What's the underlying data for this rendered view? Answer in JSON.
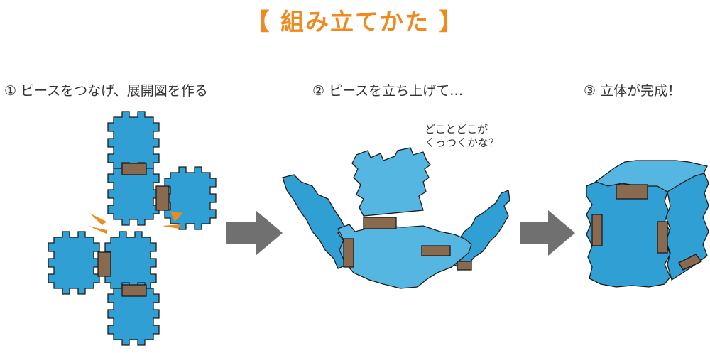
{
  "title": "【 組み立てかた 】",
  "steps": [
    {
      "label": "① ピースをつなげ、展開図を作る"
    },
    {
      "label": "② ピースを立ち上げて…"
    },
    {
      "label": "③ 立体が完成！"
    }
  ],
  "note": {
    "line1": "どことどこが",
    "line2": "くっつくかな？"
  },
  "colors": {
    "accent": "#ee8a1f",
    "piece": "#2f9fd4",
    "piece_light": "#56b6e2",
    "piece_dark": "#1a7fb0",
    "connector": "#8a6a4e",
    "arrow": "#707070",
    "outline": "#1b1b1b"
  },
  "icons": [
    "right-arrow-icon",
    "right-arrow-icon",
    "attention-marks-icon"
  ]
}
